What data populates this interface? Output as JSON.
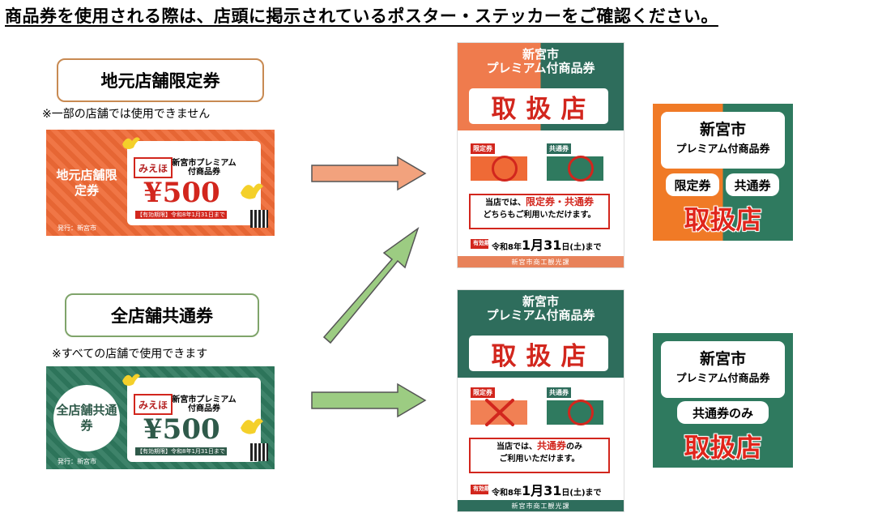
{
  "heading": "商品券を使用される際は、店頭に掲示されているポスター・ステッカーをご確認ください。",
  "colors": {
    "orange": "#ef6a36",
    "green": "#2f7a5f",
    "poster_orange": "#ef7b4d",
    "poster_green": "#2e6d5c",
    "arrow_orange": "#f2a27d",
    "arrow_green": "#9ccc82",
    "accent_red": "#d2261d"
  },
  "local": {
    "label": "地元店舗限定券",
    "note": "※一部の店舗では使用できません",
    "ticket": {
      "left_text": "地元店舗限定券",
      "stamp": "みえほ",
      "title": "新宮市プレミアム付商品券",
      "amount": "¥500",
      "expiry": "【有効期限】令和8年1月31日まで",
      "issuer": "発行：新宮市"
    }
  },
  "common": {
    "label": "全店舗共通券",
    "note": "※すべての店舗で使用できます",
    "ticket": {
      "left_text": "全店舗共通券",
      "stamp": "みえほ",
      "title": "新宮市プレミアム付商品券",
      "amount": "¥500",
      "expiry": "【有効期限】令和8年1月31日まで",
      "issuer": "発行：新宮市"
    }
  },
  "poster_both": {
    "title_line1": "新宮市",
    "title_line2": "プレミアム付商品券",
    "big": [
      "取",
      "扱",
      "店"
    ],
    "tag_limited": "限定券",
    "tag_common": "共通券",
    "msg_prefix": "当店では、",
    "msg_red": "限定券・共通券",
    "msg_line2": "どちらもご利用いただけます。",
    "valid_tag": "有効期限",
    "valid_pre": "令和8年",
    "valid_big": "1月31",
    "valid_post": "日(土)まで",
    "footer": "新宮市商工観光課"
  },
  "poster_common": {
    "title_line1": "新宮市",
    "title_line2": "プレミアム付商品券",
    "big": [
      "取",
      "扱",
      "店"
    ],
    "tag_limited": "限定券",
    "tag_common": "共通券",
    "msg_prefix": "当店では、",
    "msg_red": "共通券",
    "msg_suffix": "のみ",
    "msg_line2": "ご利用いただけます。",
    "valid_tag": "有効期限",
    "valid_pre": "令和8年",
    "valid_big": "1月31",
    "valid_post": "日(土)まで",
    "footer": "新宮市商工観光課"
  },
  "sticker_both": {
    "title_line1": "新宮市",
    "title_line2": "プレミアム付商品券",
    "pill1": "限定券",
    "pill2": "共通券",
    "big": "取扱店"
  },
  "sticker_common": {
    "title_line1": "新宮市",
    "title_line2": "プレミアム付商品券",
    "pill": "共通券のみ",
    "big": "取扱店"
  }
}
